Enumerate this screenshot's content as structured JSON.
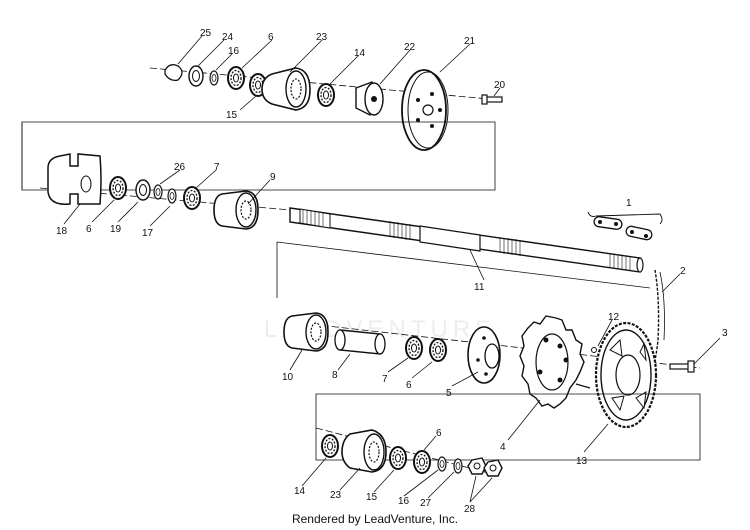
{
  "diagram": {
    "watermark": "LEADVENTURE",
    "footer": "Rendered by LeadVenture, Inc.",
    "callouts": [
      {
        "id": "c25a",
        "text": "25"
      },
      {
        "id": "c24a",
        "text": "24"
      },
      {
        "id": "c16a",
        "text": "16"
      },
      {
        "id": "c6a",
        "text": "6"
      },
      {
        "id": "c23a",
        "text": "23"
      },
      {
        "id": "c14a",
        "text": "14"
      },
      {
        "id": "c22",
        "text": "22"
      },
      {
        "id": "c21",
        "text": "21"
      },
      {
        "id": "c15a",
        "text": "15"
      },
      {
        "id": "c20",
        "text": "20"
      },
      {
        "id": "c26",
        "text": "26"
      },
      {
        "id": "c7a",
        "text": "7"
      },
      {
        "id": "c9",
        "text": "9"
      },
      {
        "id": "c18",
        "text": "18"
      },
      {
        "id": "c6b",
        "text": "6"
      },
      {
        "id": "c19",
        "text": "19"
      },
      {
        "id": "c17",
        "text": "17"
      },
      {
        "id": "c1",
        "text": "1"
      },
      {
        "id": "c2",
        "text": "2"
      },
      {
        "id": "c11",
        "text": "11"
      },
      {
        "id": "c12",
        "text": "12"
      },
      {
        "id": "c3",
        "text": "3"
      },
      {
        "id": "c10",
        "text": "10"
      },
      {
        "id": "c8",
        "text": "8"
      },
      {
        "id": "c7b",
        "text": "7"
      },
      {
        "id": "c6c",
        "text": "6"
      },
      {
        "id": "c5",
        "text": "5"
      },
      {
        "id": "c4",
        "text": "4"
      },
      {
        "id": "c13",
        "text": "13"
      },
      {
        "id": "c6d",
        "text": "6"
      },
      {
        "id": "c14b",
        "text": "14"
      },
      {
        "id": "c23b",
        "text": "23"
      },
      {
        "id": "c15b",
        "text": "15"
      },
      {
        "id": "c16b",
        "text": "16"
      },
      {
        "id": "c27",
        "text": "27"
      },
      {
        "id": "c28",
        "text": "28"
      }
    ]
  }
}
